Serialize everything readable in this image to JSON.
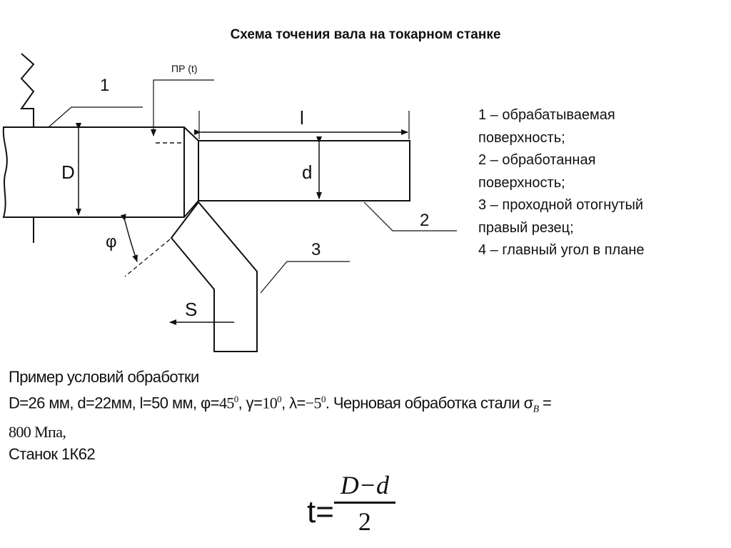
{
  "title": "Схема точения вала на токарном станке",
  "diagram": {
    "label_1": "1",
    "label_2": "2",
    "label_3": "3",
    "label_pr": "ПР (t)",
    "label_D": "D",
    "label_d": "d",
    "label_l": "l",
    "label_phi": "φ",
    "label_S": "S"
  },
  "legend": [
    "1 – обрабатываемая",
    "поверхность;",
    "2 – обработанная",
    "поверхность;",
    "3 – проходной отогнутый",
    "правый резец;",
    "4 – главный угол в  плане"
  ],
  "example": {
    "heading": "Пример условий обработки",
    "line1_a": "D=26 мм,  d=22мм, l=50 мм, φ=",
    "phi": "45",
    "line1_b": ", γ=",
    "gamma": "10",
    "line1_c": ", λ=",
    "lambda": "−5",
    "line1_d": ". Черновая обработка стали σ",
    "sigma_sub": "B",
    "line1_e": " =",
    "line2": "800 Мпа,",
    "line3": "Станок 1К62",
    "deg": "0"
  },
  "formula": {
    "lhs": "t=",
    "numerator": "D−d",
    "denominator": "2"
  }
}
